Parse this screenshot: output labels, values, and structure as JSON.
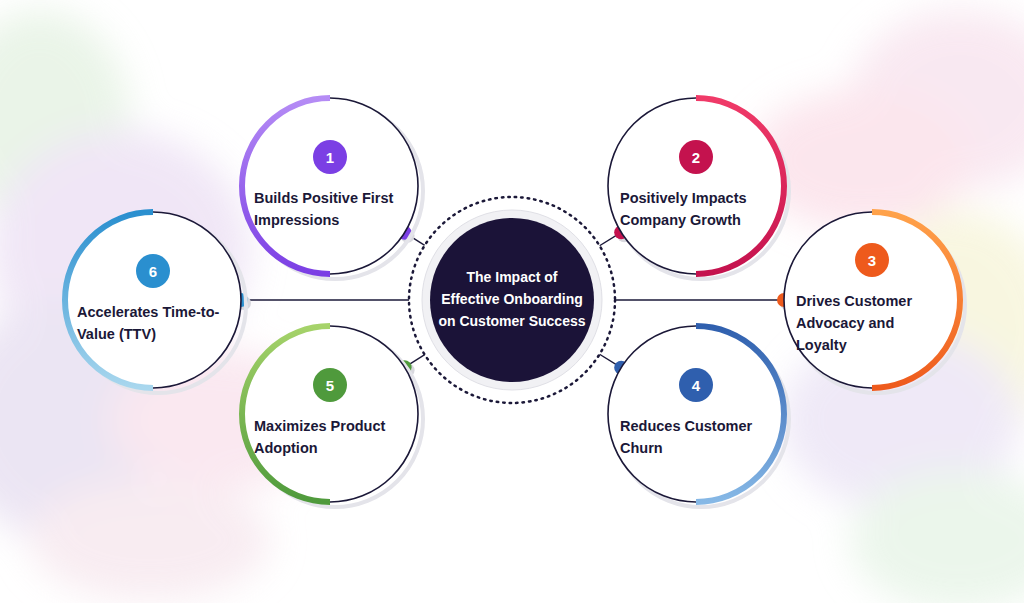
{
  "diagram": {
    "nodes": [
      {
        "text": [
          "The Impact of Effective Onboarding on Customer Success"
        ]
      },
      {
        "text": [
          "1",
          "Builds Positive First Impressions"
        ]
      },
      {
        "text": [
          "2",
          "Positively Impacts Company Growth"
        ]
      },
      {
        "text": [
          "3",
          "Drives Customer Advocacy and Loyalty"
        ]
      },
      {
        "text": [
          "4",
          "Reduces Customer Churn"
        ]
      },
      {
        "text": [
          "5",
          "Maximizes Product Adoption"
        ]
      },
      {
        "text": [
          "6",
          "Accelerates Time-to-Value (TTV)"
        ]
      }
    ],
    "edges": [
      {
        "from": 1,
        "to": 0,
        "arrow": "none"
      },
      {
        "from": 2,
        "to": 0,
        "arrow": "none"
      },
      {
        "from": 3,
        "to": 0,
        "arrow": "none"
      },
      {
        "from": 4,
        "to": 0,
        "arrow": "none"
      },
      {
        "from": 5,
        "to": 0,
        "arrow": "none"
      },
      {
        "from": 6,
        "to": 0,
        "arrow": "none"
      }
    ]
  }
}
